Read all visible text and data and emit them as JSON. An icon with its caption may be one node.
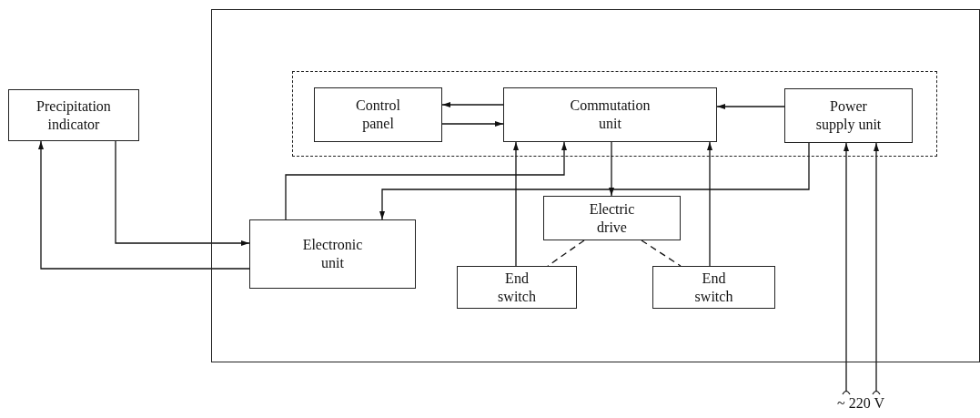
{
  "diagram": {
    "nodes": [
      {
        "text": [],
        "shape": "box"
      },
      {
        "text": [],
        "shape": "box",
        "in": 0
      },
      {
        "text": [
          "Precipitation indicator"
        ]
      },
      {
        "text": [
          "Control panel"
        ],
        "in": 1
      },
      {
        "text": [
          "Commutation unit"
        ],
        "in": 1
      },
      {
        "text": [
          "Power supply unit"
        ],
        "in": 1
      },
      {
        "text": [
          "Electronic unit"
        ],
        "in": 0
      },
      {
        "text": [
          "Electric drive"
        ],
        "in": 0
      },
      {
        "text": [
          "End switch"
        ],
        "in": 0
      },
      {
        "text": [
          "End switch"
        ],
        "in": 0
      },
      {
        "text": [
          "~ 220 V"
        ]
      }
    ],
    "edges": [
      {
        "from": 4,
        "to": 3,
        "arrow": "to"
      },
      {
        "from": 3,
        "to": 4,
        "arrow": "to"
      },
      {
        "from": 5,
        "to": 4,
        "arrow": "to"
      },
      {
        "from": 2,
        "to": 6,
        "arrow": "to"
      },
      {
        "from": 6,
        "to": 2,
        "arrow": "to"
      },
      {
        "from": 6,
        "to": 4,
        "arrow": "to"
      },
      {
        "from": 5,
        "to": 6,
        "arrow": "to"
      },
      {
        "from": 4,
        "to": 7,
        "arrow": "to"
      },
      {
        "from": 8,
        "to": 4,
        "arrow": "to"
      },
      {
        "from": 9,
        "to": 4,
        "arrow": "to"
      },
      {
        "from": 7,
        "to": 8,
        "arrow": "none",
        "style": "dashed"
      },
      {
        "from": 7,
        "to": 9,
        "arrow": "none",
        "style": "dashed"
      },
      {
        "from": 10,
        "to": 5,
        "arrow": "to"
      },
      {
        "from": 10,
        "to": 5,
        "arrow": "to"
      }
    ]
  }
}
